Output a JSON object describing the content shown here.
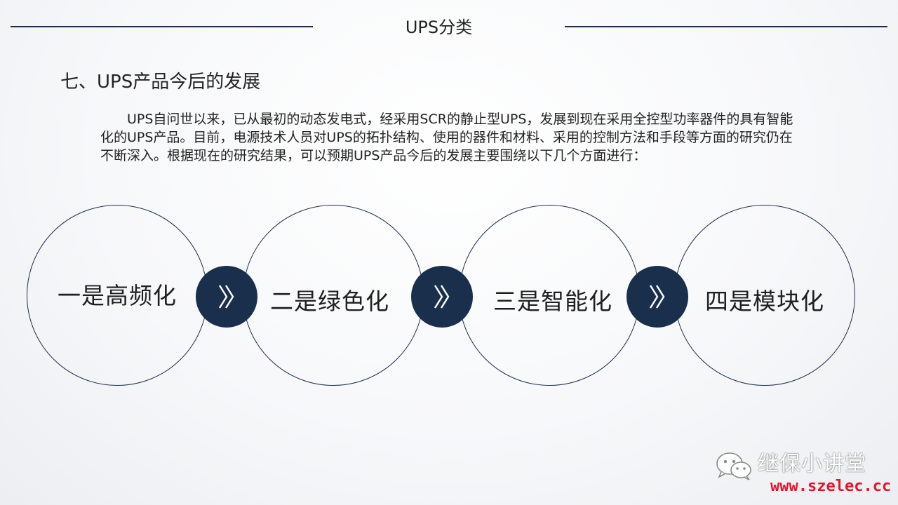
{
  "header": {
    "title": "UPS分类"
  },
  "section": {
    "heading": "七、UPS产品今后的发展",
    "intro": "UPS自问世以来，已从最初的动态发电式，经采用SCR的静止型UPS，发展到现在采用全控型功率器件的具有智能化的UPS产品。目前，电源技术人员对UPS的拓扑结构、使用的器件和材料、采用的控制方法和手段等方面的研究仍在不断深入。根据现在的研究结果，可以预期UPS产品今后的发展主要围绕以下几个方面进行："
  },
  "directions": [
    {
      "label": "一是高频化"
    },
    {
      "label": "二是绿色化"
    },
    {
      "label": "三是智能化"
    },
    {
      "label": "四是模块化"
    }
  ],
  "arrow_icon": "double-chevron-right-icon",
  "watermark": {
    "name": "继保小讲堂",
    "url": "www.szelec.cc"
  },
  "colors": {
    "navy": "#1a2f4c",
    "line": "#1c2e4a",
    "url_red": "#e0162b"
  }
}
